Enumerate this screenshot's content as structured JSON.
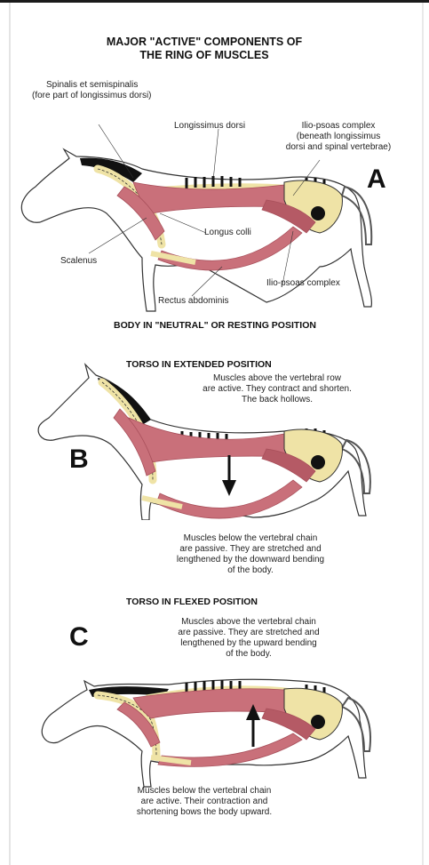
{
  "title_line1": "MAJOR \"ACTIVE\" COMPONENTS OF",
  "title_line2": "THE RING OF MUSCLES",
  "panel_a": {
    "letter": "A",
    "spinalis_line1": "Spinalis et semispinalis",
    "spinalis_line2": "(fore part of longissimus dorsi)",
    "longissimus": "Longissimus dorsi",
    "iliopsoas_top_line1": "Ilio-psoas complex",
    "iliopsoas_top_line2": "(beneath longissimus",
    "iliopsoas_top_line3": "dorsi and spinal vertebrae)",
    "longus_colli": "Longus colli",
    "scalenus": "Scalenus",
    "iliopsoas_bottom": "Ilio-psoas complex",
    "rectus": "Rectus abdominis",
    "caption": "BODY IN \"NEUTRAL\" OR RESTING POSITION"
  },
  "panel_b": {
    "letter": "B",
    "heading": "TORSO IN EXTENDED POSITION",
    "upper_line1": "Muscles above the vertebral row",
    "upper_line2": "are active. They contract and shorten.",
    "upper_line3": "The back hollows.",
    "lower_line1": "Muscles below the vertebral chain",
    "lower_line2": "are passive. They are stretched and",
    "lower_line3": "lengthened by the downward bending",
    "lower_line4": "of the body."
  },
  "panel_c": {
    "letter": "C",
    "heading": "TORSO IN FLEXED POSITION",
    "upper_line1": "Muscles above the vertebral chain",
    "upper_line2": "are passive. They are stretched and",
    "upper_line3": "lengthened by the upward bending",
    "upper_line4": "of the body.",
    "lower_line1": "Muscles below the vertebral chain",
    "lower_line2": "are active. Their contraction and",
    "lower_line3": "shortening bows the body upward."
  },
  "colors": {
    "muscle": "#c9707a",
    "muscle_dark": "#a84f5a",
    "bone": "#efe3a6",
    "outline": "#333333",
    "black": "#111111"
  }
}
